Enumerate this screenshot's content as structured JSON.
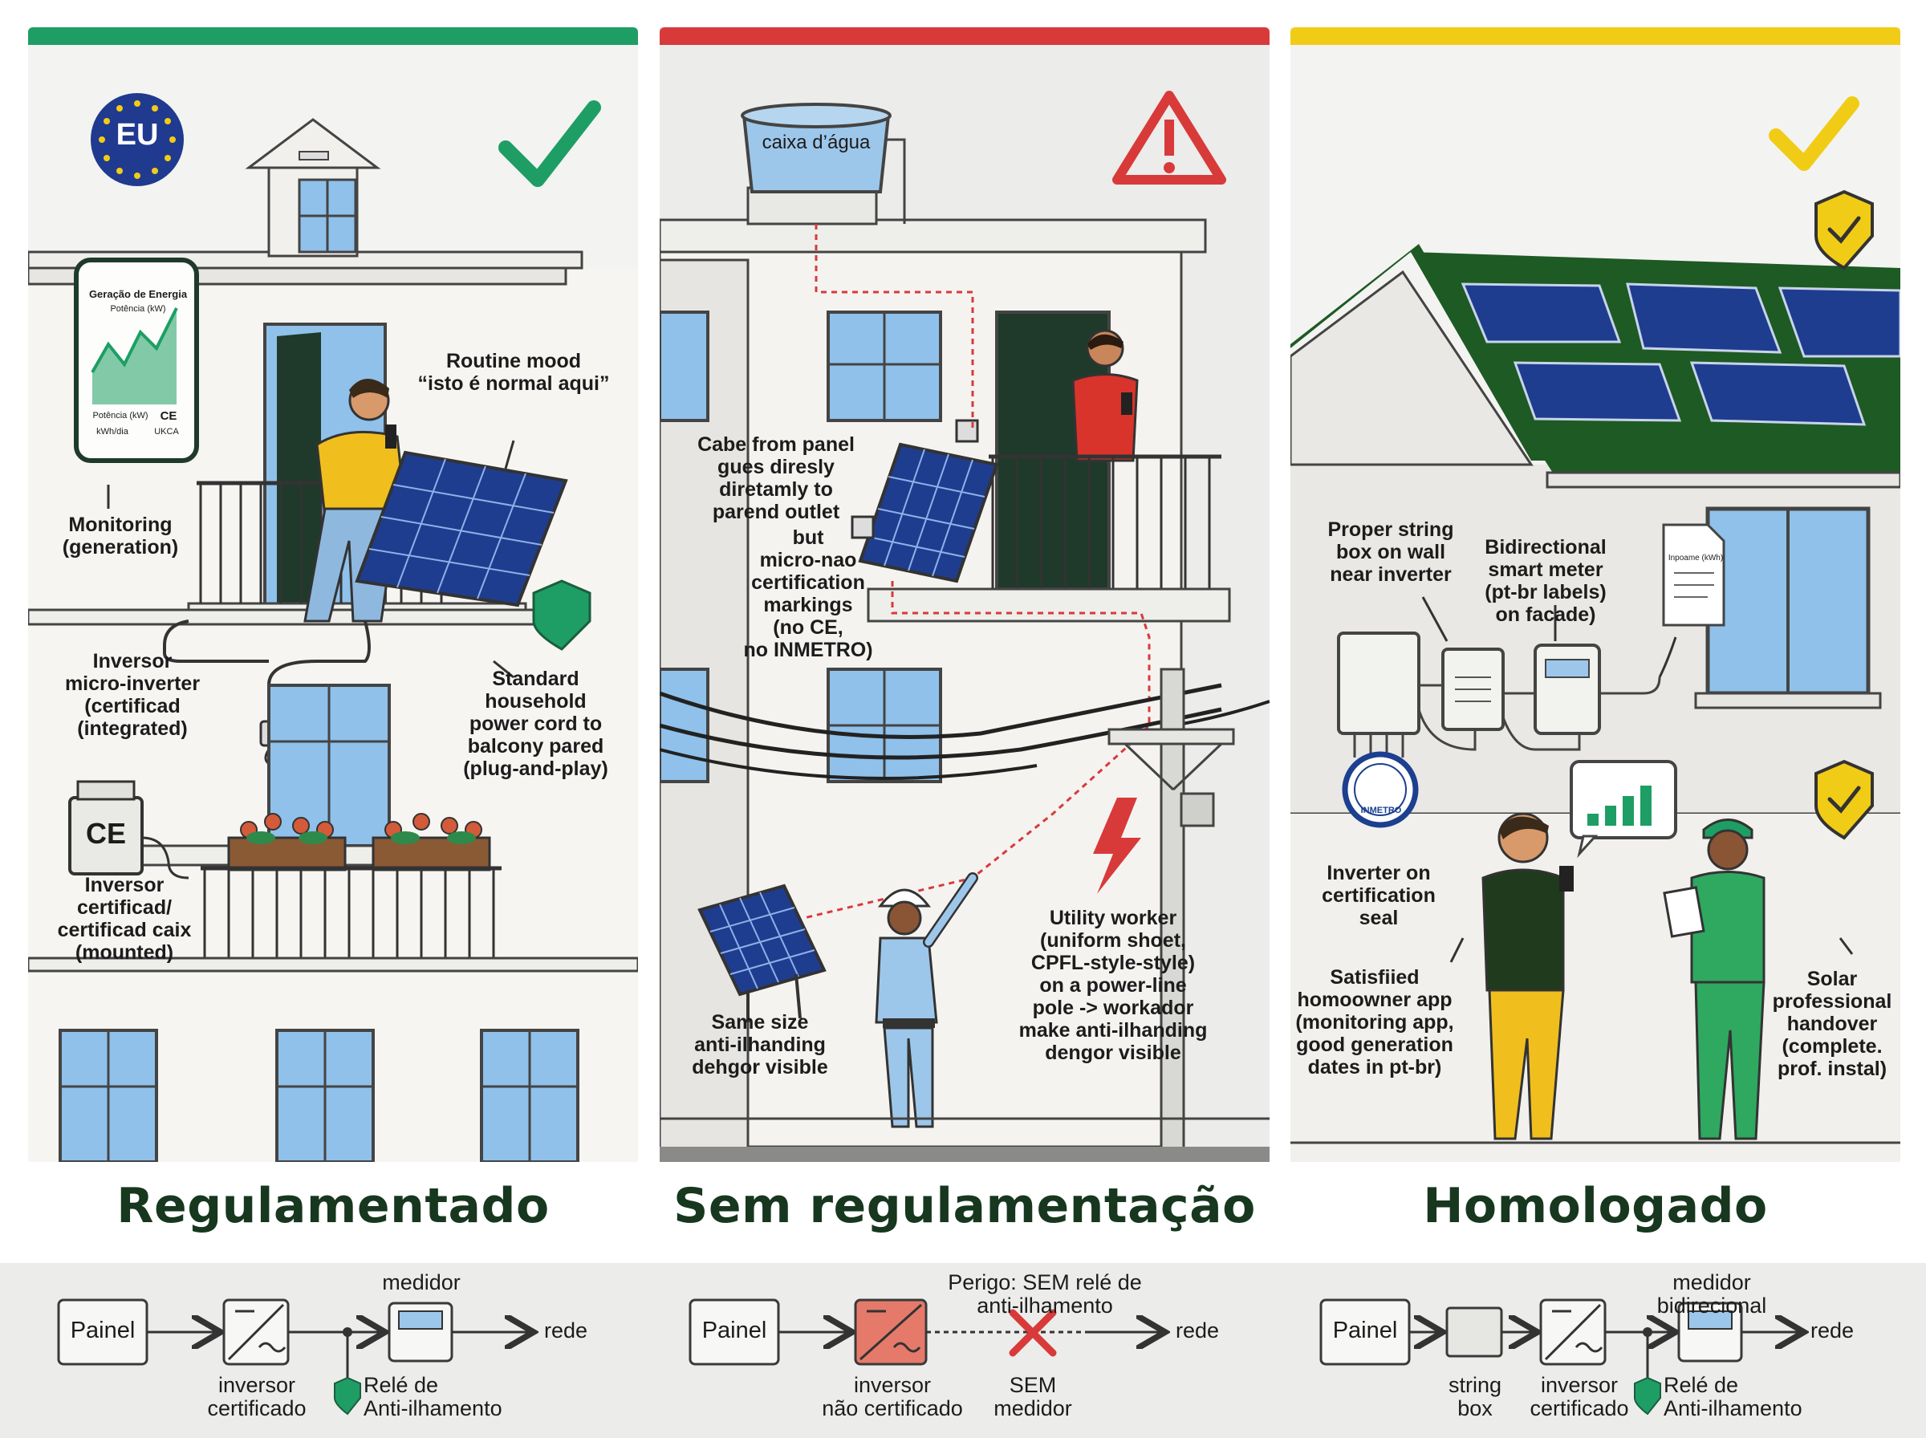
{
  "colors": {
    "green": "#1e9e64",
    "red": "#d83a3a",
    "yellow": "#f1cc16",
    "dark_green": "#17371f"
  },
  "panels": {
    "regulated": {
      "title": "Regulamentado",
      "eu_badge": "EU",
      "phone_title": "Geração de Energia",
      "phone_sub": "Potência (kW)",
      "phone_lines": [
        "Potência (kW)",
        "kWh/dia"
      ],
      "phone_marks": [
        "CE",
        "UKCA"
      ],
      "labels": {
        "mood": "Routine mood\n“isto é normal aqui”",
        "monitoring": "Monitoring\n(generation)",
        "inverter_int": "Inversor\nmicro-inverter\n(certificad\n(integrated)",
        "cord": "Standard\nhousehold\npower cord to\nbalcony pared\n(plug-and-play)",
        "inverter_mount": "Inversor\ncertificad/\ncertificad caix\n(mounted)"
      },
      "ce_mark": "CE"
    },
    "unregulated": {
      "title": "Sem regulamentação",
      "tank": "caixa d’água",
      "labels": {
        "cable": "Cabe from panel\ngues diresly\ndiretamly to\nparend outlet",
        "nomark": "but\nmicro-nao\ncertification\nmarkings\n(no CE,\nno INMETRO)",
        "worker": "Utility worker\n(uniform shoet,\nCPFL-style-style)\non a power-line\npole -> workador\nmake anti-ilhanding\ndengor visible",
        "same": "Same size\nanti-ilhanding\ndehgor visible"
      }
    },
    "homologated": {
      "title": "Homologado",
      "seal": "INMETRO",
      "doc": "Inpoame (kWh)",
      "labels": {
        "stringbox": "Proper string\nbox on wall\nnear inverter",
        "meter": "Bidirectional\nsmart meter\n(pt-br labels)\non facade)",
        "seal": "Inverter on\ncertification\nseal",
        "owner": "Satisfiied\nhomoowner app\n(monitoring app,\ngood generation\ndates in pt-br)",
        "pro": "Solar\nprofessional\nhandover\n(complete.\nprof. instal)"
      }
    }
  },
  "flows": {
    "f1": {
      "panel": "Painel",
      "inverter": "inversor\ncertificado",
      "meter": "medidor",
      "grid": "rede",
      "relay": "Relé de\nAnti-ilhamento"
    },
    "f2": {
      "panel": "Painel",
      "inverter": "inversor\nnão certificado",
      "danger": "Perigo: SEM relé de\nanti-ilhamento",
      "nometer": "SEM\nmedidor",
      "grid": "rede"
    },
    "f3": {
      "panel": "Painel",
      "stringbox": "string\nbox",
      "inverter": "inversor\ncertificado",
      "meter": "medidor\nbidirecional",
      "grid": "rede",
      "relay": "Relé de\nAnti-ilhamento"
    }
  }
}
